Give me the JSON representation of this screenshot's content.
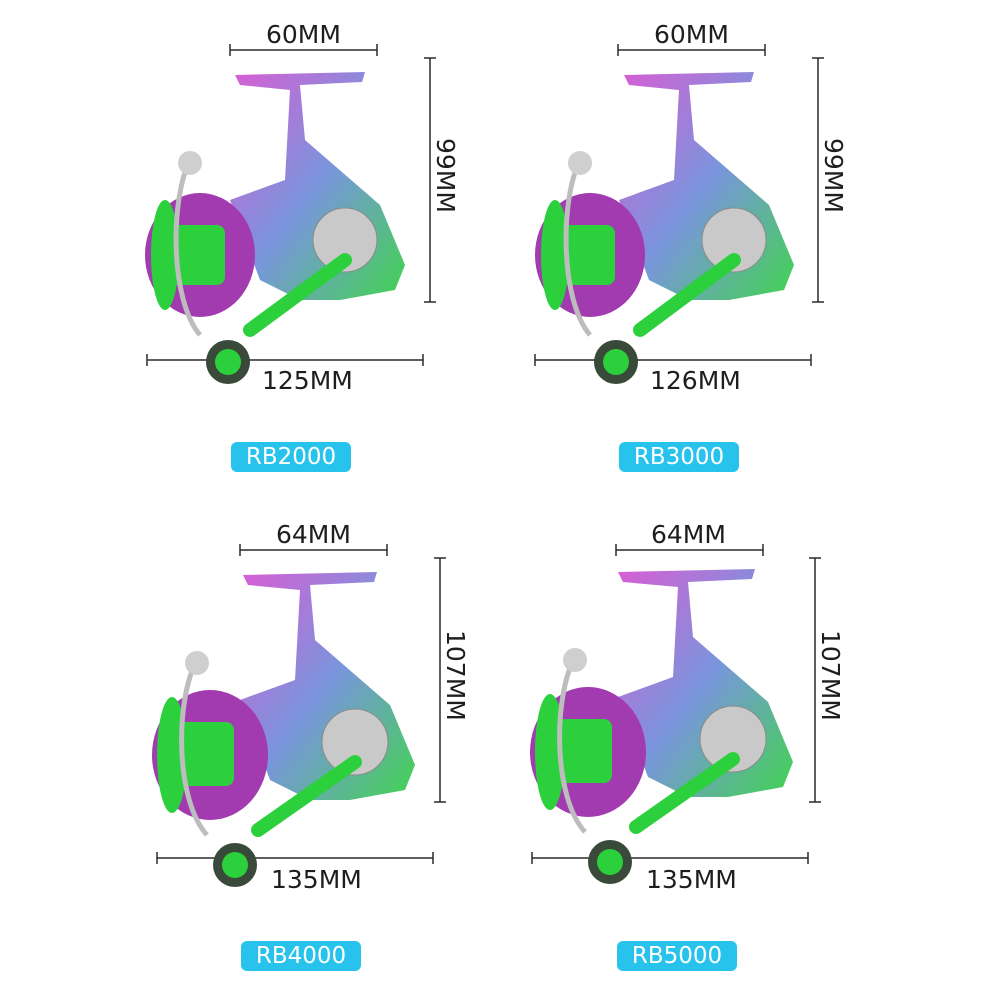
{
  "colors": {
    "badge_bg": "#27c3ec",
    "badge_text": "#ffffff",
    "dimension_line": "#2a2a2a",
    "reel_green": "#2ccf3c",
    "reel_purple": "#b03ab0",
    "reel_silver": "#c9c9c9"
  },
  "models": [
    {
      "model": "RB2000",
      "handle_width": "60MM",
      "height": "99MM",
      "length": "125MM",
      "icon": "spinning-reel-photo"
    },
    {
      "model": "RB3000",
      "handle_width": "60MM",
      "height": "99MM",
      "length": "126MM",
      "icon": "spinning-reel-photo"
    },
    {
      "model": "RB4000",
      "handle_width": "64MM",
      "height": "107MM",
      "length": "135MM",
      "icon": "spinning-reel-photo"
    },
    {
      "model": "RB5000",
      "handle_width": "64MM",
      "height": "107MM",
      "length": "135MM",
      "icon": "spinning-reel-photo"
    }
  ]
}
